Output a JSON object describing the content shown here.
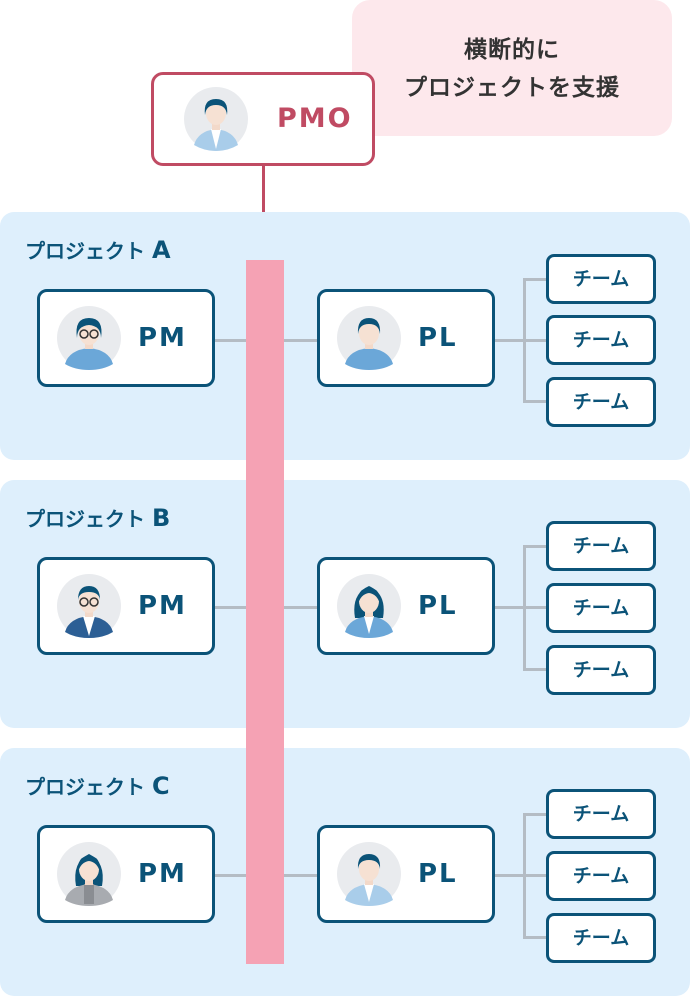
{
  "callout": {
    "line1": "横断的に",
    "line2": "プロジェクトを支援"
  },
  "pmo": {
    "label": "PMO"
  },
  "colors": {
    "pmo": "#c04b63",
    "navy": "#0b5378",
    "panel": "#deeffc",
    "bar": "#f5a2b4",
    "callout": "#fde8ec"
  },
  "projects": [
    {
      "prefix": "プロジェクト",
      "letter": "A",
      "pm": "PM",
      "pl": "PL",
      "teams": [
        "チーム",
        "チーム",
        "チーム"
      ]
    },
    {
      "prefix": "プロジェクト",
      "letter": "B",
      "pm": "PM",
      "pl": "PL",
      "teams": [
        "チーム",
        "チーム",
        "チーム"
      ]
    },
    {
      "prefix": "プロジェクト",
      "letter": "C",
      "pm": "PM",
      "pl": "PL",
      "teams": [
        "チーム",
        "チーム",
        "チーム"
      ]
    }
  ]
}
